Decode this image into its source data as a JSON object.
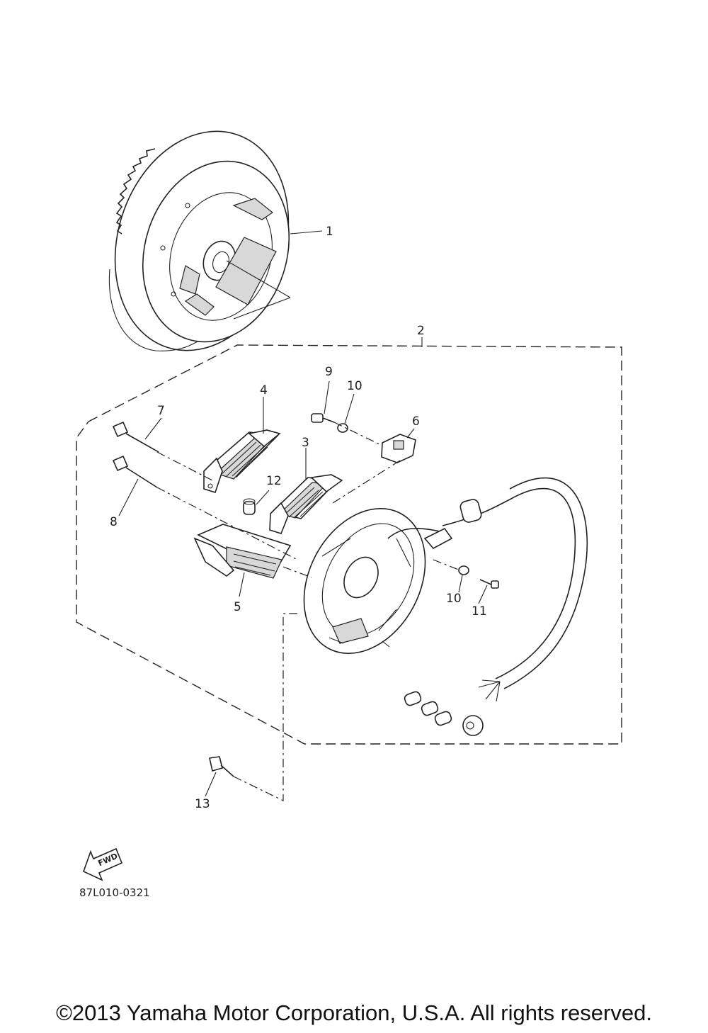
{
  "callouts": {
    "c1": "1",
    "c2": "2",
    "c3": "3",
    "c4": "4",
    "c5": "5",
    "c6": "6",
    "c7": "7",
    "c8": "8",
    "c9": "9",
    "c10a": "10",
    "c10b": "10",
    "c11": "11",
    "c12": "12",
    "c13": "13"
  },
  "fwd_label": "FWD",
  "diagram_code": "87L010-0321",
  "copyright": "©2013 Yamaha Motor Corporation, U.S.A. All rights reserved."
}
